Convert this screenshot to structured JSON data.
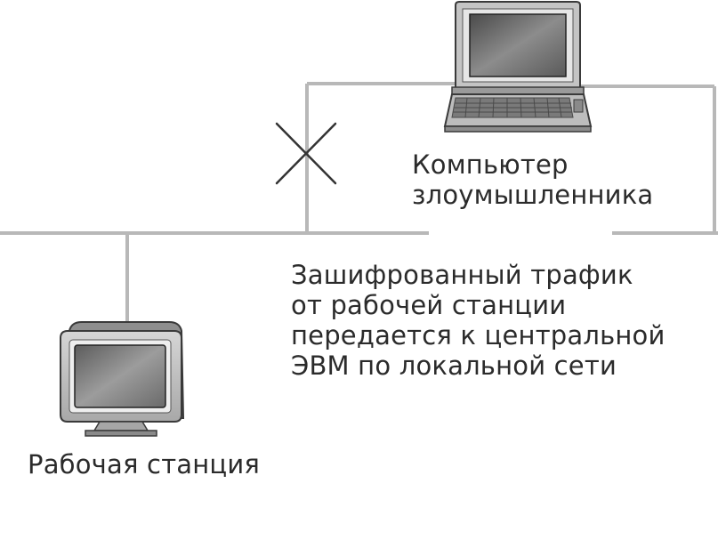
{
  "diagram": {
    "attacker_label": [
      "Компьютер",
      "злоумышленника"
    ],
    "traffic_label": [
      "Зашифрованный трафик",
      "от рабочей станции",
      "передается к центральной",
      "ЭВМ по локальной сети"
    ],
    "workstation_label": "Рабочая станция"
  },
  "colors": {
    "cable": "#b8b8b8",
    "cross": "#333333",
    "text": "#2b2b2b",
    "device_dark": "#3a3a3a",
    "device_mid": "#9a9a9a",
    "device_light": "#d8d8d8",
    "screen": "#6e6e6e"
  },
  "icons": [
    "laptop-icon",
    "crt-monitor-icon",
    "cut-cross-icon"
  ]
}
